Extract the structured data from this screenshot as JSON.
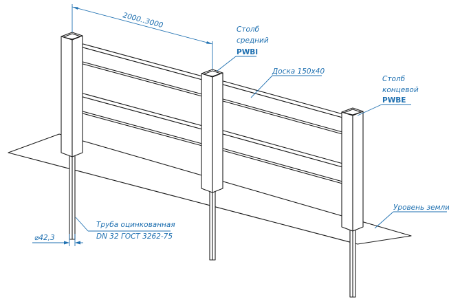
{
  "dimension_span": "2000..3000",
  "post_middle": {
    "line1": "Столб",
    "line2": "средний",
    "code": "PWBI"
  },
  "board": "Доска 150х40",
  "post_end": {
    "line1": "Столб",
    "line2": "концевой",
    "code": "PWBE"
  },
  "ground": "Уровень земли",
  "pipe_diameter": "⌀42,3",
  "pipe": {
    "line1": "Труба оцинкованная",
    "line2": "DN 32 ГОСТ 3262-75"
  },
  "colors": {
    "annotation": "#1d6fb0",
    "line": "#1b1b1b"
  }
}
